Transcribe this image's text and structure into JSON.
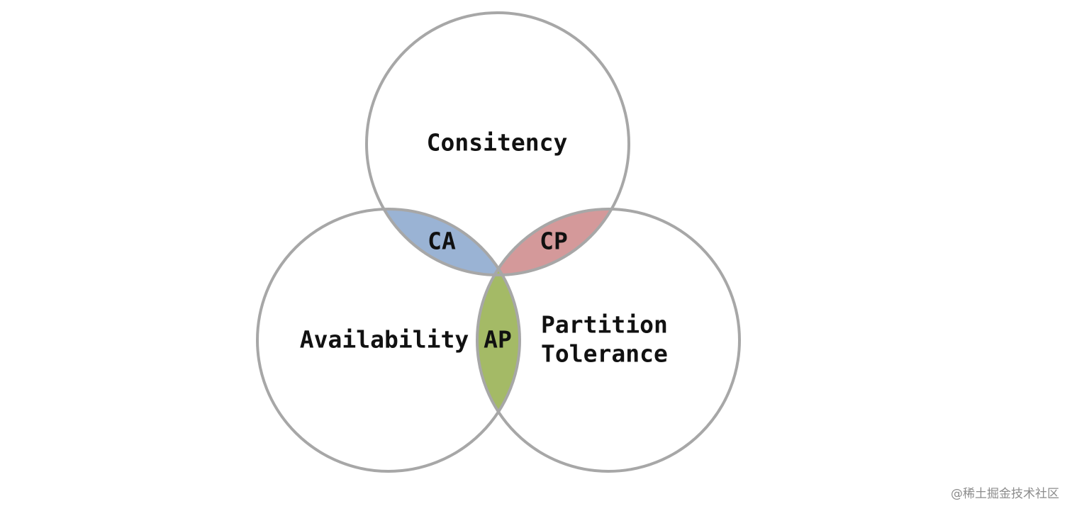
{
  "diagram": {
    "sets": {
      "consistency": "Consitency",
      "availability": "Availability",
      "partition_line1": "Partition",
      "partition_line2": "Tolerance"
    },
    "overlaps": {
      "ca": "CA",
      "cp": "CP",
      "ap": "AP"
    },
    "colors": {
      "circle_stroke": "#a7a7a7",
      "ca_fill": "#9ab3d4",
      "cp_fill": "#d4999a",
      "ap_fill": "#a4ba66"
    }
  },
  "watermark": "@稀土掘金技术社区"
}
